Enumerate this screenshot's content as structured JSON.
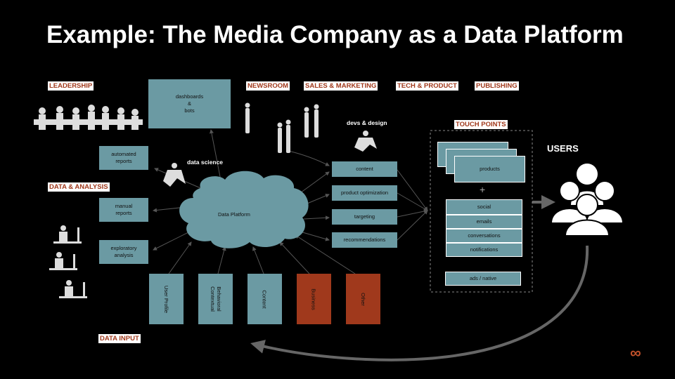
{
  "title": "Example: The Media Company as a Data Platform",
  "tags": {
    "leadership": "LEADERSHIP",
    "newsroom": "NEWSROOM",
    "sales_marketing": "SALES & MARKETING",
    "tech_product": "TECH & PRODUCT",
    "publishing": "PUBLISHING",
    "data_analysis": "DATA & ANALYSIS",
    "touch_points": "TOUCH POINTS",
    "data_input": "DATA INPUT"
  },
  "boxes": {
    "dashboards": "dashboards\n&\nbots",
    "automated_reports": "automated\nreports",
    "manual_reports": "manual\nreports",
    "exploratory_analysis": "exploratory\nanalysis",
    "data_platform": "Data Platform",
    "content": "content",
    "product_optimization": "product optimization",
    "targeting": "targeting",
    "recommendations": "recommendations",
    "products": "products",
    "social": "social",
    "emails": "emails",
    "conversations": "conversations",
    "notifications": "notifications",
    "ads_native": "ads / native"
  },
  "inputs": {
    "user_profile": "User Profile",
    "behavioral": "Behavioral\nContextual",
    "content": "Content",
    "business": "Business",
    "other": "Other"
  },
  "labels": {
    "data_science": "data science",
    "devs_design": "devs & design",
    "users": "USERS",
    "plus": "+"
  },
  "logo": "∞",
  "colors": {
    "teal": "#6b9aa3",
    "rust": "#a0391c",
    "arrow": "#555555"
  }
}
